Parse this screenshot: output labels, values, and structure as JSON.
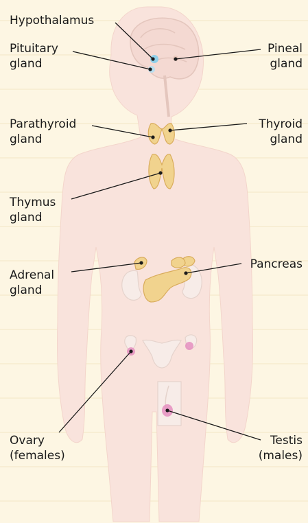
{
  "labels": {
    "hypothalamus": "Hypothalamus",
    "pituitary": [
      "Pituitary",
      "gland"
    ],
    "pineal": [
      "Pineal",
      "gland"
    ],
    "parathyroid": [
      "Parathyroid",
      "gland"
    ],
    "thyroid": [
      "Thyroid",
      "gland"
    ],
    "thymus": [
      "Thymus",
      "gland"
    ],
    "adrenal": [
      "Adrenal",
      "gland"
    ],
    "pancreas": "Pancreas",
    "ovary": [
      "Ovary",
      "(females)"
    ],
    "testis": [
      "Testis",
      "(males)"
    ]
  },
  "colors": {
    "background": "#fdf6e3",
    "paper_lines": "#f3e7c6",
    "body": "#f9e3dc",
    "organ": "#f1d38e",
    "organ_stroke": "#d9ac5c",
    "hypothalamus_dot": "#8fd0ea",
    "ovary_pink": "#e58fc0",
    "leader_line": "#1a1a1a"
  }
}
